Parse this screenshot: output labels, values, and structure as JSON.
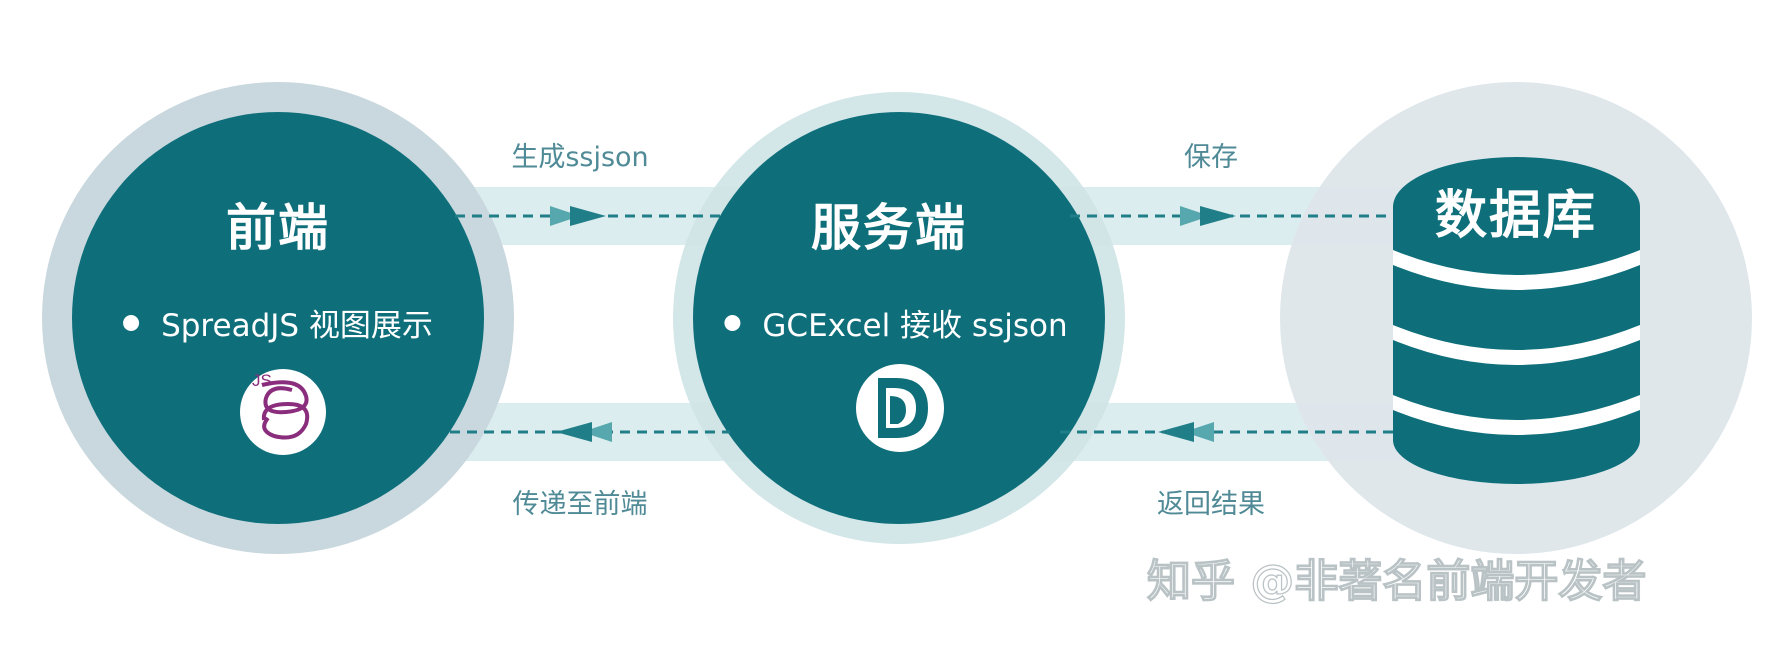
{
  "colors": {
    "teal_dark": "#0e6f7b",
    "ring_frontend": "#c9d8de",
    "ring_server": "#cfe4e6",
    "ring_database": "#dde6ea",
    "band": "#dcedef",
    "arrow_dark": "#1f7e87",
    "arrow_light": "#56a7ae",
    "label": "#4f8a96"
  },
  "nodes": {
    "frontend": {
      "title": "前端",
      "item": "SpreadJS 视图展示",
      "logo_badge": "JS",
      "icon": "spreadjs-logo-icon"
    },
    "server": {
      "title": "服务端",
      "item": "GCExcel 接收 ssjson",
      "icon": "gcexcel-logo-icon"
    },
    "database": {
      "title": "数据库",
      "icon": "database-cylinder-icon"
    }
  },
  "flows": {
    "generate": "生成ssjson",
    "save": "保存",
    "deliver": "传递至前端",
    "return": "返回结果"
  },
  "watermark": "知乎 @非著名前端开发者"
}
